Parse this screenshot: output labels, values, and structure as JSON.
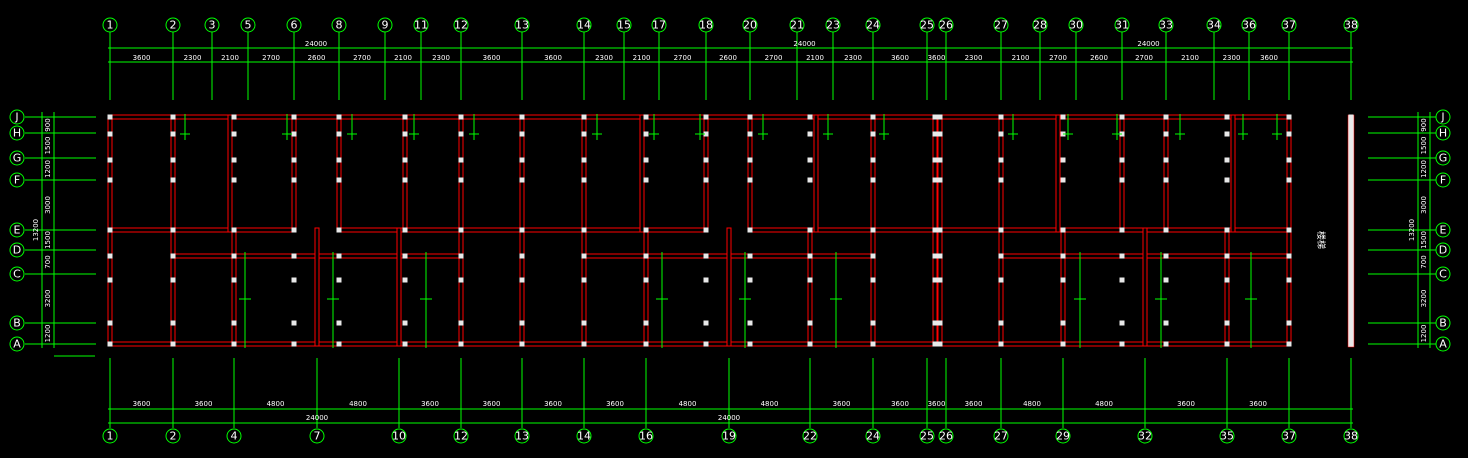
{
  "top_axes": [
    "1",
    "2",
    "3",
    "5",
    "6",
    "8",
    "9",
    "11",
    "12",
    "13",
    "14",
    "15",
    "17",
    "18",
    "20",
    "21",
    "23",
    "24",
    "25",
    "26",
    "27",
    "28",
    "30",
    "31",
    "33",
    "34",
    "36",
    "37",
    "38"
  ],
  "top_spacings": [
    "3600",
    "2300",
    "2100",
    "2700",
    "2600",
    "2700",
    "2100",
    "2300",
    "3600",
    "3600",
    "2300",
    "2100",
    "2700",
    "2600",
    "2700",
    "2100",
    "2300",
    "3600",
    "3600",
    "2300",
    "2100",
    "2700",
    "2600",
    "2700",
    "2100",
    "2300",
    "3600"
  ],
  "top_totals": [
    "24000",
    "24000",
    "24000"
  ],
  "bottom_axes": [
    "1",
    "2",
    "4",
    "7",
    "10",
    "12",
    "13",
    "14",
    "16",
    "19",
    "22",
    "24",
    "25",
    "26",
    "27",
    "29",
    "32",
    "35",
    "37",
    "38"
  ],
  "bottom_spacings": [
    "3600",
    "3600",
    "4800",
    "4800",
    "3600",
    "3600",
    "3600",
    "3600",
    "4800",
    "4800",
    "3600",
    "3600",
    "3600",
    "3600",
    "4800",
    "4800",
    "3600",
    "3600"
  ],
  "bottom_totals": [
    "24000",
    "24000"
  ],
  "rows": [
    "J",
    "H",
    "G",
    "F",
    "E",
    "D",
    "C",
    "B",
    "A"
  ],
  "row_spacings": [
    "900",
    "1500",
    "1200",
    "3000",
    "1500",
    "700",
    "3200",
    "1200"
  ],
  "row_total": "13200",
  "side_note": "楼梯",
  "colors": {
    "background": "#000000",
    "axis": "#00ff00",
    "wall": "#ff0000",
    "wall_fill": "#e8e8e8",
    "text": "#ffffff"
  }
}
